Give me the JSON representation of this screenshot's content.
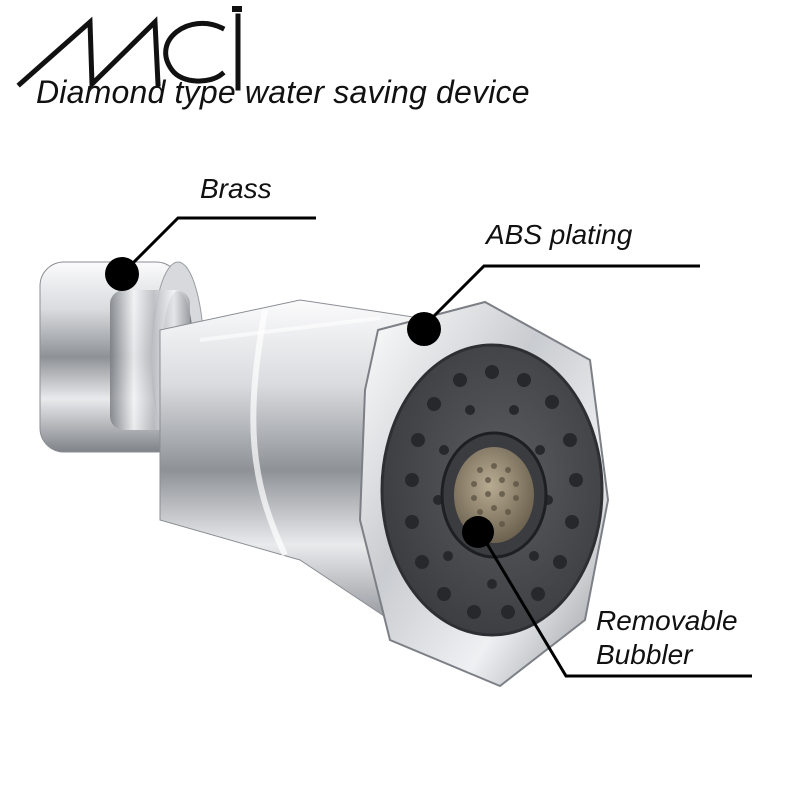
{
  "brand": {
    "logo_text": "MCI",
    "logo_color": "#111111"
  },
  "title": "Diamond type water saving device",
  "labels": {
    "brass": "Brass",
    "abs": "ABS plating",
    "bubbler_line1": "Removable",
    "bubbler_line2": "Bubbler"
  },
  "colors": {
    "chrome_light": "#f2f3f5",
    "chrome_mid": "#b9bcc1",
    "chrome_dark": "#6d7177",
    "face_gray": "#4a4c50",
    "nozzle_dark": "#26282b",
    "mesh": "#9a8c74",
    "leader": "#000000"
  }
}
